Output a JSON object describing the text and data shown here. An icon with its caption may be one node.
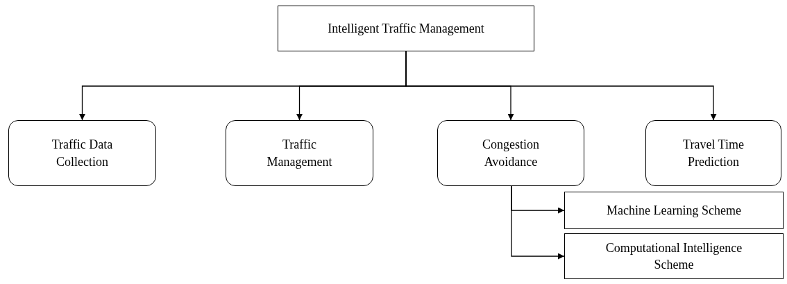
{
  "diagram": {
    "nodes": [
      {
        "text": [
          "Intelligent Traffic Management"
        ]
      },
      {
        "text": [
          "Traffic Data Collection"
        ]
      },
      {
        "text": [
          "Traffic Management"
        ]
      },
      {
        "text": [
          "Congestion Avoidance"
        ]
      },
      {
        "text": [
          "Travel Time Prediction"
        ]
      },
      {
        "text": [
          "Machine Learning Scheme"
        ]
      },
      {
        "text": [
          "Computational Intelligence Scheme"
        ]
      }
    ],
    "edges": [
      {
        "from": 0,
        "to": 1,
        "arrow": "to"
      },
      {
        "from": 0,
        "to": 2,
        "arrow": "to"
      },
      {
        "from": 0,
        "to": 3,
        "arrow": "to"
      },
      {
        "from": 0,
        "to": 4,
        "arrow": "to"
      },
      {
        "from": 3,
        "to": 5,
        "arrow": "to"
      },
      {
        "from": 3,
        "to": 6,
        "arrow": "to"
      }
    ]
  }
}
